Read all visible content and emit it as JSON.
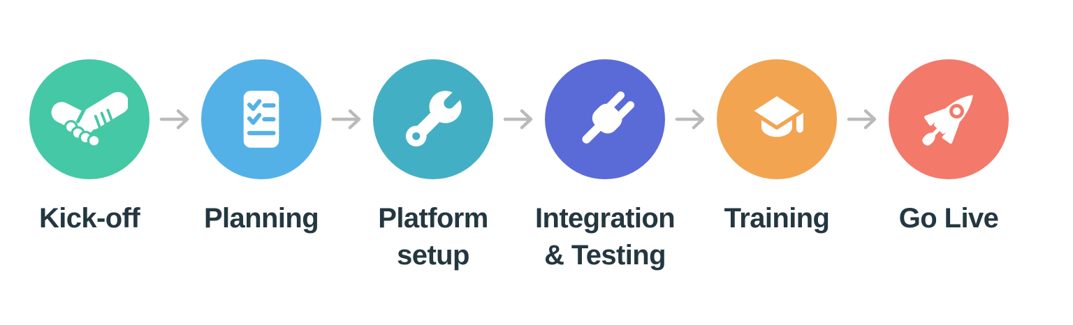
{
  "page": {
    "background": "#ffffff",
    "text_color": "#243741"
  },
  "arrow": {
    "icon": "arrow-right-icon",
    "color": "#bababa"
  },
  "steps": [
    {
      "label": "Kick-off",
      "icon": "handshake-icon",
      "color": "#45C8A5"
    },
    {
      "label": "Planning",
      "icon": "checklist-icon",
      "color": "#53B1E8"
    },
    {
      "label": "Platform setup",
      "icon": "wrench-icon",
      "color": "#43AFC5"
    },
    {
      "label": "Integration & Testing",
      "icon": "plug-icon",
      "color": "#5A6BD8"
    },
    {
      "label": "Training",
      "icon": "graduation-cap-icon",
      "color": "#F2A451"
    },
    {
      "label": "Go Live",
      "icon": "rocket-icon",
      "color": "#F3796A"
    }
  ]
}
